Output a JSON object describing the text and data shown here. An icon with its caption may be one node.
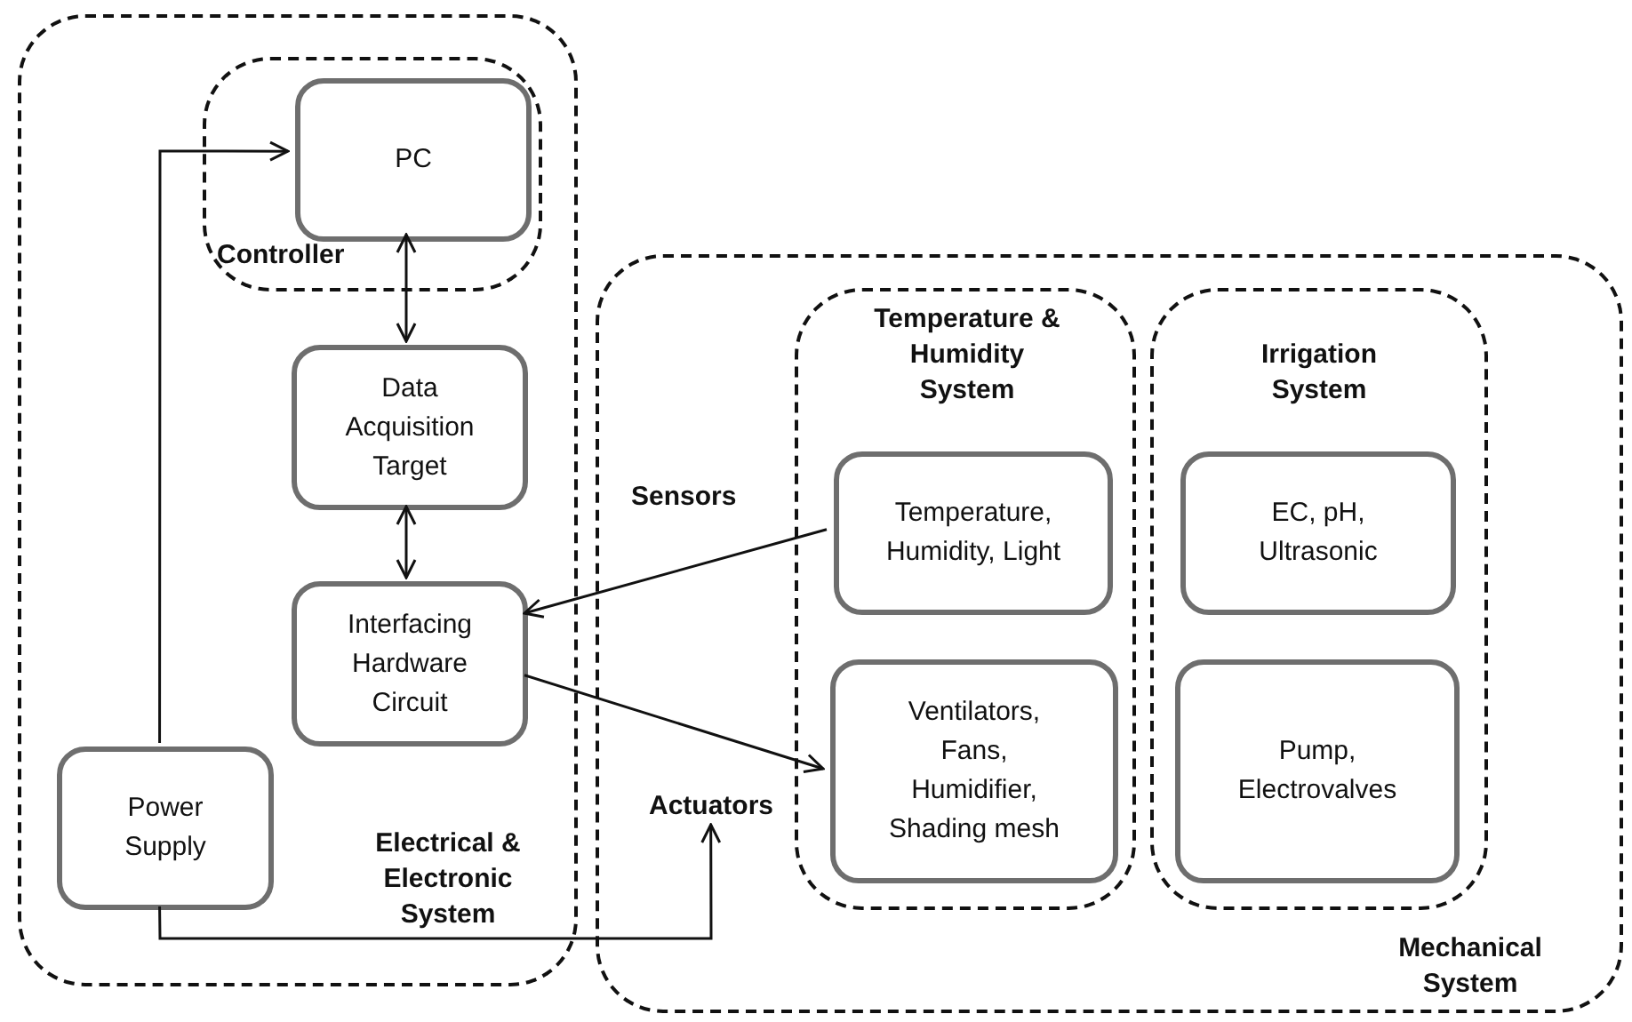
{
  "diagram": {
    "nodes": [
      {
        "text": [
          "Electrical & Electronic System"
        ]
      },
      {
        "text": [
          "Controller"
        ],
        "in": 0
      },
      {
        "text": [
          "PC"
        ],
        "in": 1
      },
      {
        "text": [
          "Data Acquisition Target"
        ],
        "in": 0
      },
      {
        "text": [
          "Interfacing Hardware Circuit"
        ],
        "in": 0
      },
      {
        "text": [
          "Power Supply"
        ],
        "in": 0
      },
      {
        "text": [
          "Mechanical System"
        ]
      },
      {
        "text": [
          "Temperature & Humidity System"
        ],
        "in": 6
      },
      {
        "text": [
          "Temperature, Humidity, Light"
        ],
        "in": 7
      },
      {
        "text": [
          "Ventilators, Fans, Humidifier, Shading mesh"
        ],
        "in": 7
      },
      {
        "text": [
          "Irrigation System"
        ],
        "in": 6
      },
      {
        "text": [
          "EC, pH, Ultrasonic"
        ],
        "in": 10
      },
      {
        "text": [
          "Pump, Electrovalves"
        ],
        "in": 10
      },
      {
        "text": [
          "Actuators"
        ],
        "in": 6
      }
    ],
    "edges": [
      {
        "from": 5,
        "to": 2,
        "arrow": "to"
      },
      {
        "from": 2,
        "to": 3,
        "arrow": "both"
      },
      {
        "from": 3,
        "to": 4,
        "arrow": "both"
      },
      {
        "from": 8,
        "to": 4,
        "arrow": "to"
      },
      {
        "from": 4,
        "to": 9,
        "arrow": "to"
      },
      {
        "from": 5,
        "to": 13,
        "arrow": "to"
      }
    ],
    "labels": [
      "Sensors"
    ]
  }
}
